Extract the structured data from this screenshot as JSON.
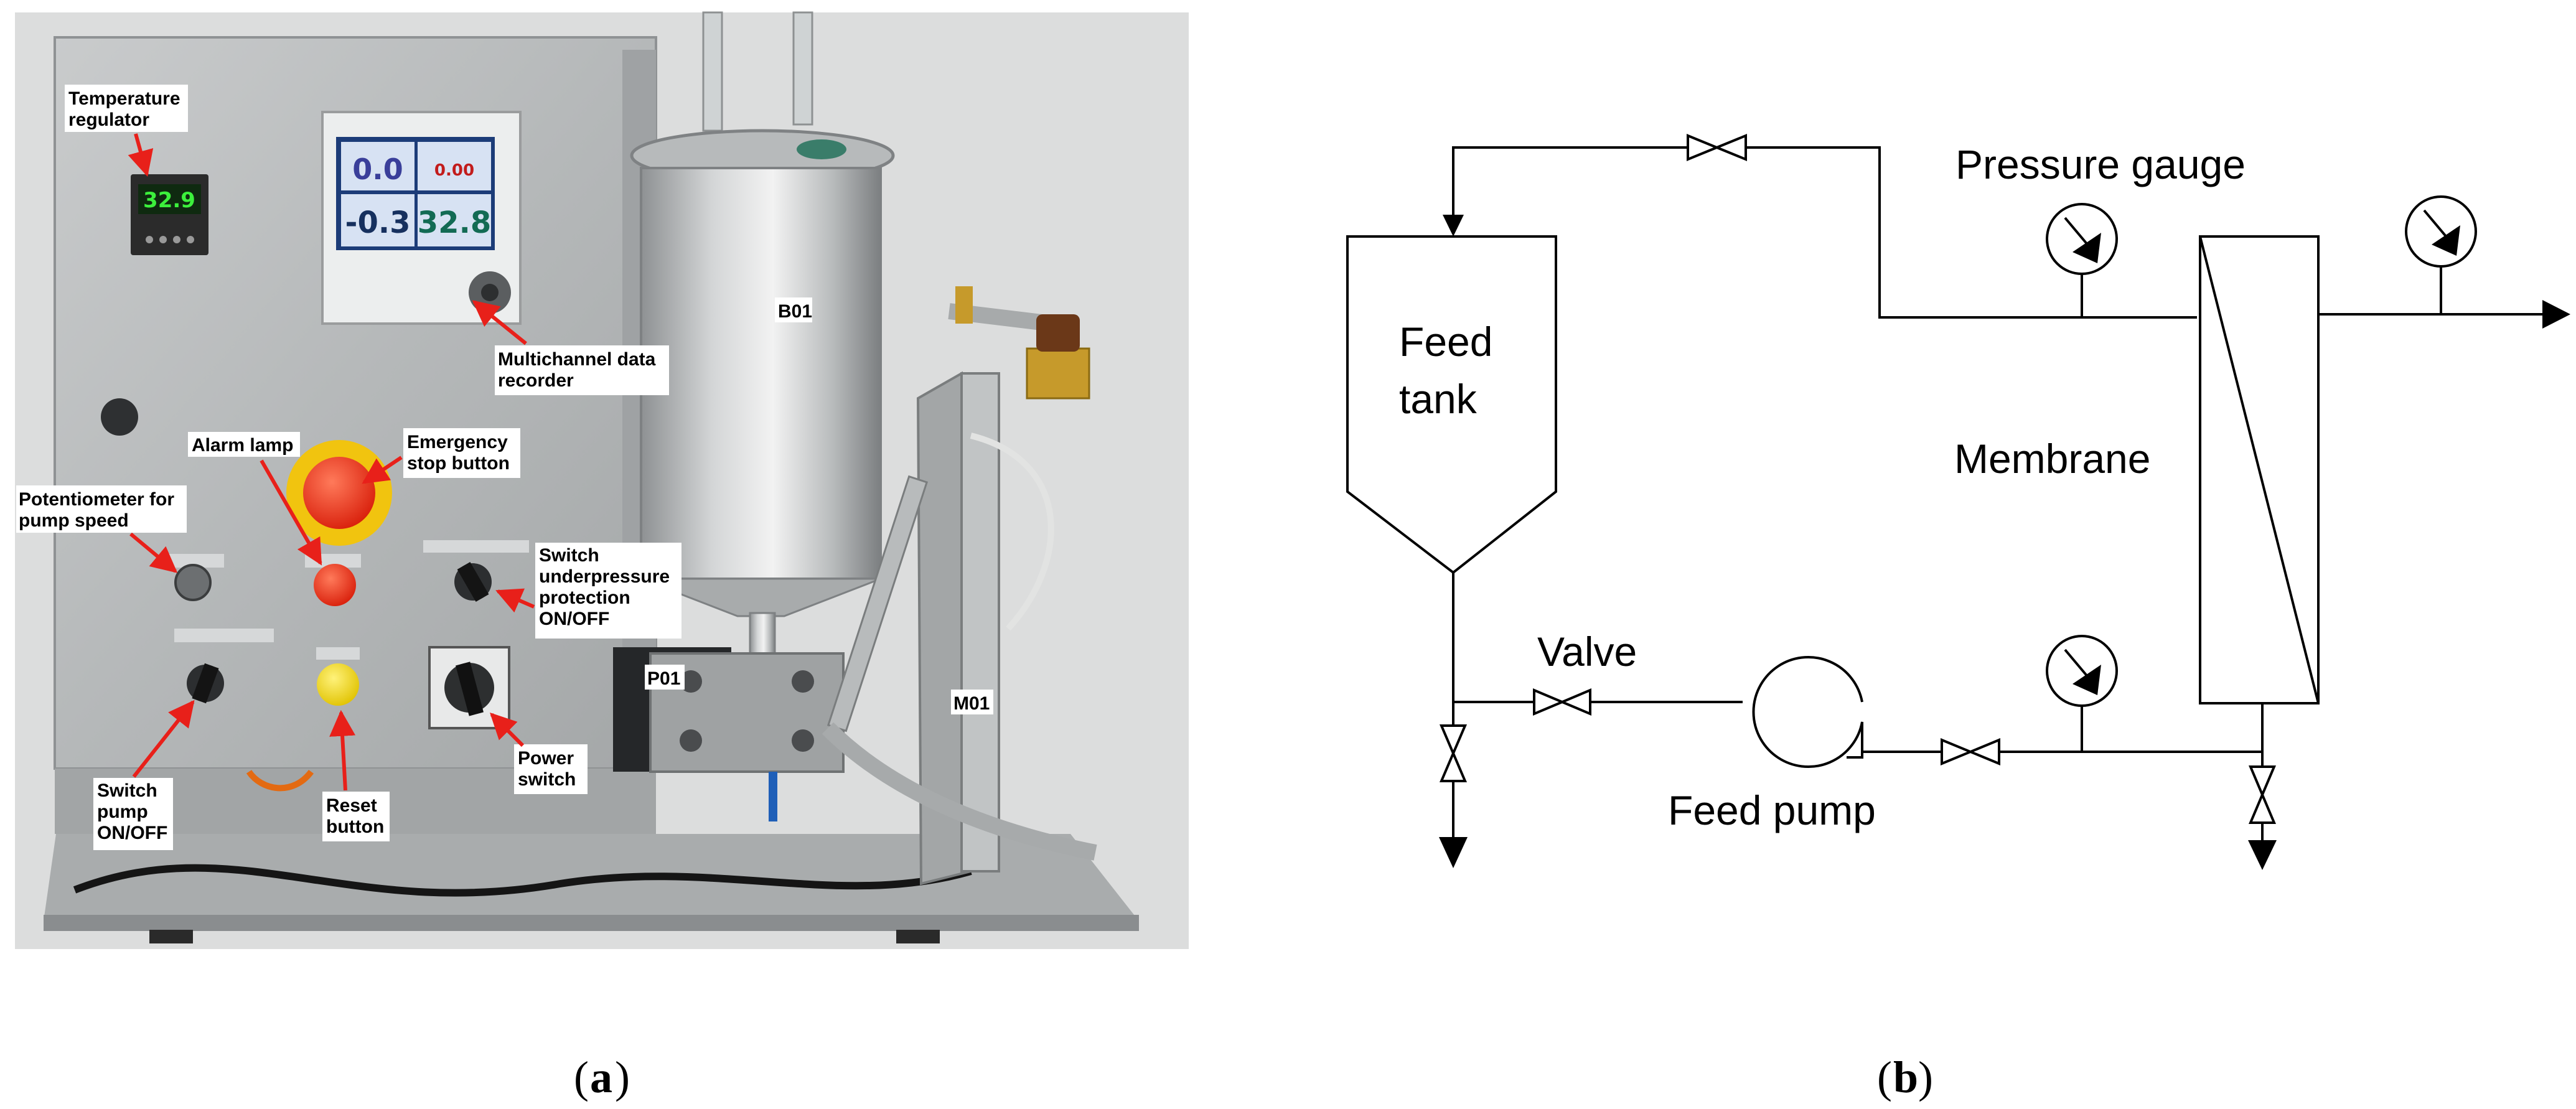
{
  "panel_a": {
    "label_letter": "a",
    "callouts": {
      "temp_regulator": [
        "Temperature",
        "regulator"
      ],
      "data_recorder": [
        "Multichannel data",
        "recorder"
      ],
      "b01": "B01",
      "alarm_lamp": "Alarm lamp",
      "emergency_stop": [
        "Emergency",
        "stop button"
      ],
      "potentiometer": [
        "Potentiometer for",
        "pump speed"
      ],
      "underpressure": [
        "Switch",
        "underpressure",
        "protection",
        "ON/OFF"
      ],
      "p01": "P01",
      "m01": "M01",
      "power_switch": [
        "Power",
        "switch"
      ],
      "pump_switch": [
        "Switch",
        "pump",
        "ON/OFF"
      ],
      "reset_button": [
        "Reset",
        "button"
      ]
    },
    "display": {
      "readings": [
        "0.0",
        "0.00",
        "-0.3",
        "32.8"
      ],
      "temp_readout": "32.9"
    },
    "colors": {
      "arrow": "#e8201a",
      "steel": "#b9bcbe",
      "backdrop": "#d9dadb"
    }
  },
  "panel_b": {
    "label_letter": "b",
    "labels": {
      "feed_tank": [
        "Feed",
        "tank"
      ],
      "pressure_gauge": "Pressure gauge",
      "membrane": "Membrane",
      "valve": "Valve",
      "feed_pump": "Feed pump"
    }
  }
}
